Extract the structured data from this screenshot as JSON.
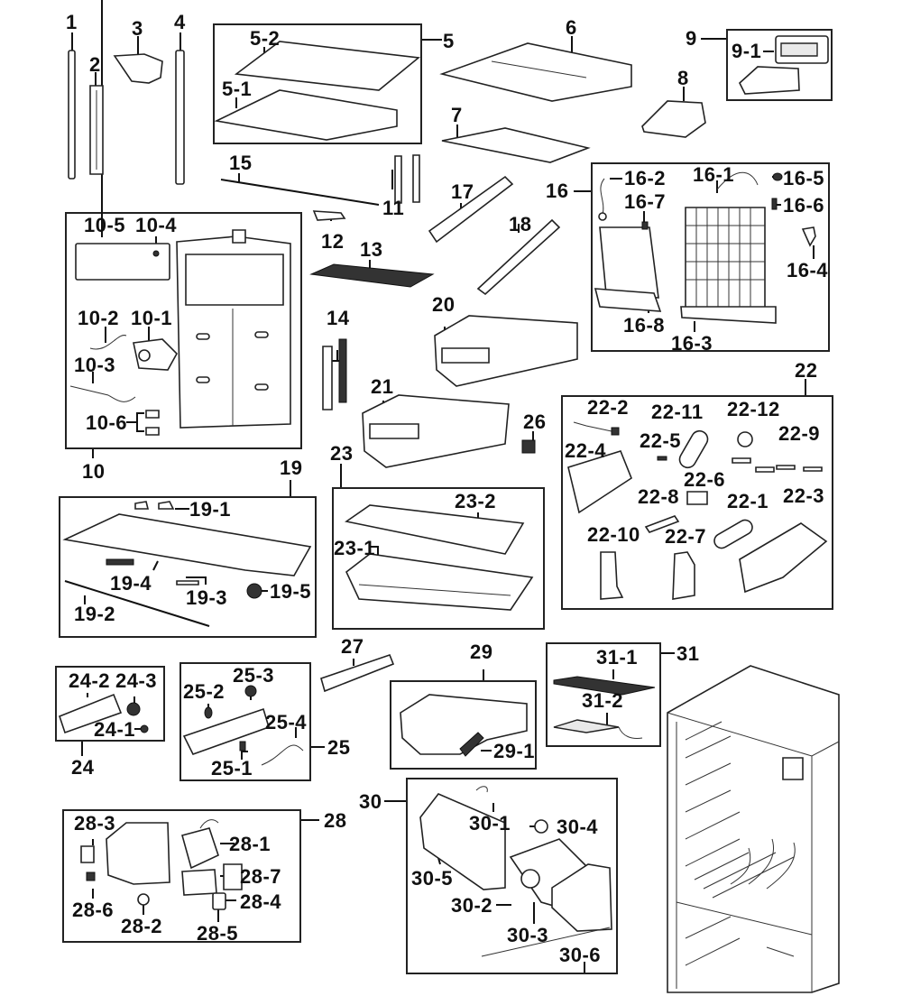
{
  "diagram": {
    "type": "exploded-parts-diagram",
    "subject": "refrigerator",
    "labels": {
      "p1": "1",
      "p2": "2",
      "p3": "3",
      "p4": "4",
      "p5": "5",
      "p5_1": "5-1",
      "p5_2": "5-2",
      "p6": "6",
      "p7": "7",
      "p8": "8",
      "p9": "9",
      "p9_1": "9-1",
      "p10": "10",
      "p10_1": "10-1",
      "p10_2": "10-2",
      "p10_3": "10-3",
      "p10_4": "10-4",
      "p10_5": "10-5",
      "p10_6": "10-6",
      "p11": "11",
      "p12": "12",
      "p13": "13",
      "p14": "14",
      "p15": "15",
      "p16": "16",
      "p16_1": "16-1",
      "p16_2": "16-2",
      "p16_3": "16-3",
      "p16_4": "16-4",
      "p16_5": "16-5",
      "p16_6": "16-6",
      "p16_7": "16-7",
      "p16_8": "16-8",
      "p17": "17",
      "p18": "18",
      "p19": "19",
      "p19_1": "19-1",
      "p19_2": "19-2",
      "p19_3": "19-3",
      "p19_4": "19-4",
      "p19_5": "19-5",
      "p20": "20",
      "p21": "21",
      "p22": "22",
      "p22_1": "22-1",
      "p22_2": "22-2",
      "p22_3": "22-3",
      "p22_4": "22-4",
      "p22_5": "22-5",
      "p22_6": "22-6",
      "p22_7": "22-7",
      "p22_8": "22-8",
      "p22_9": "22-9",
      "p22_10": "22-10",
      "p22_11": "22-11",
      "p22_12": "22-12",
      "p23": "23",
      "p23_1": "23-1",
      "p23_2": "23-2",
      "p24": "24",
      "p24_1": "24-1",
      "p24_2": "24-2",
      "p24_3": "24-3",
      "p25": "25",
      "p25_1": "25-1",
      "p25_2": "25-2",
      "p25_3": "25-3",
      "p25_4": "25-4",
      "p26": "26",
      "p27": "27",
      "p28": "28",
      "p28_1": "28-1",
      "p28_2": "28-2",
      "p28_3": "28-3",
      "p28_4": "28-4",
      "p28_5": "28-5",
      "p28_6": "28-6",
      "p28_7": "28-7",
      "p29": "29",
      "p29_1": "29-1",
      "p30": "30",
      "p30_1": "30-1",
      "p30_2": "30-2",
      "p30_3": "30-3",
      "p30_4": "30-4",
      "p30_5": "30-5",
      "p30_6": "30-6",
      "p31": "31",
      "p31_1": "31-1",
      "p31_2": "31-2"
    },
    "groups": [
      {
        "id": "5",
        "children": [
          "5-1",
          "5-2"
        ]
      },
      {
        "id": "9",
        "children": [
          "9-1"
        ]
      },
      {
        "id": "10",
        "children": [
          "10-1",
          "10-2",
          "10-3",
          "10-4",
          "10-5",
          "10-6"
        ]
      },
      {
        "id": "16",
        "children": [
          "16-1",
          "16-2",
          "16-3",
          "16-4",
          "16-5",
          "16-6",
          "16-7",
          "16-8"
        ]
      },
      {
        "id": "19",
        "children": [
          "19-1",
          "19-2",
          "19-3",
          "19-4",
          "19-5"
        ]
      },
      {
        "id": "22",
        "children": [
          "22-1",
          "22-2",
          "22-3",
          "22-4",
          "22-5",
          "22-6",
          "22-7",
          "22-8",
          "22-9",
          "22-10",
          "22-11",
          "22-12"
        ]
      },
      {
        "id": "23",
        "children": [
          "23-1",
          "23-2"
        ]
      },
      {
        "id": "24",
        "children": [
          "24-1",
          "24-2",
          "24-3"
        ]
      },
      {
        "id": "25",
        "children": [
          "25-1",
          "25-2",
          "25-3",
          "25-4"
        ]
      },
      {
        "id": "28",
        "children": [
          "28-1",
          "28-2",
          "28-3",
          "28-4",
          "28-5",
          "28-6",
          "28-7"
        ]
      },
      {
        "id": "29",
        "children": [
          "29-1"
        ]
      },
      {
        "id": "30",
        "children": [
          "30-1",
          "30-2",
          "30-3",
          "30-4",
          "30-5",
          "30-6"
        ]
      },
      {
        "id": "31",
        "children": [
          "31-1",
          "31-2"
        ]
      }
    ]
  }
}
